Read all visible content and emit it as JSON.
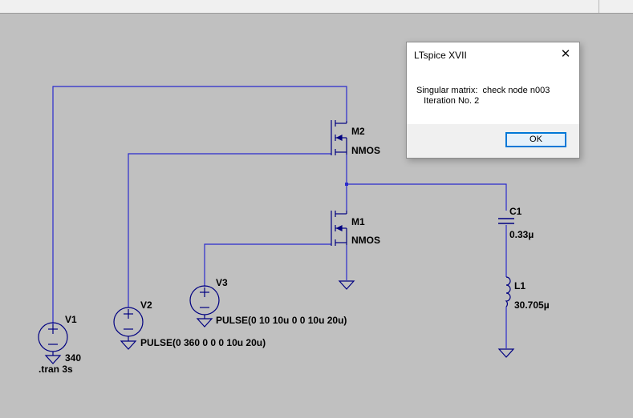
{
  "dialog": {
    "title": "LTspice XVII",
    "close_glyph": "✕",
    "message_line1": "Singular matrix:  check node n003",
    "message_line2": "   Iteration No. 2",
    "ok_label": "OK"
  },
  "schematic": {
    "colors": {
      "wire": "#2b2bcc",
      "component": "#000080",
      "background": "#c0c0c0"
    },
    "components": {
      "m2": {
        "name": "M2",
        "model": "NMOS"
      },
      "m1": {
        "name": "M1",
        "model": "NMOS"
      },
      "c1": {
        "name": "C1",
        "value": "0.33µ"
      },
      "l1": {
        "name": "L1",
        "value": "30.705µ"
      },
      "v1": {
        "name": "V1",
        "value": "340"
      },
      "v2": {
        "name": "V2",
        "value": "PULSE(0 360 0 0 0 10u 20u)"
      },
      "v3": {
        "name": "V3",
        "value": "PULSE(0 10 10u 0 0 10u 20u)"
      }
    },
    "directive": ".tran 3s"
  }
}
